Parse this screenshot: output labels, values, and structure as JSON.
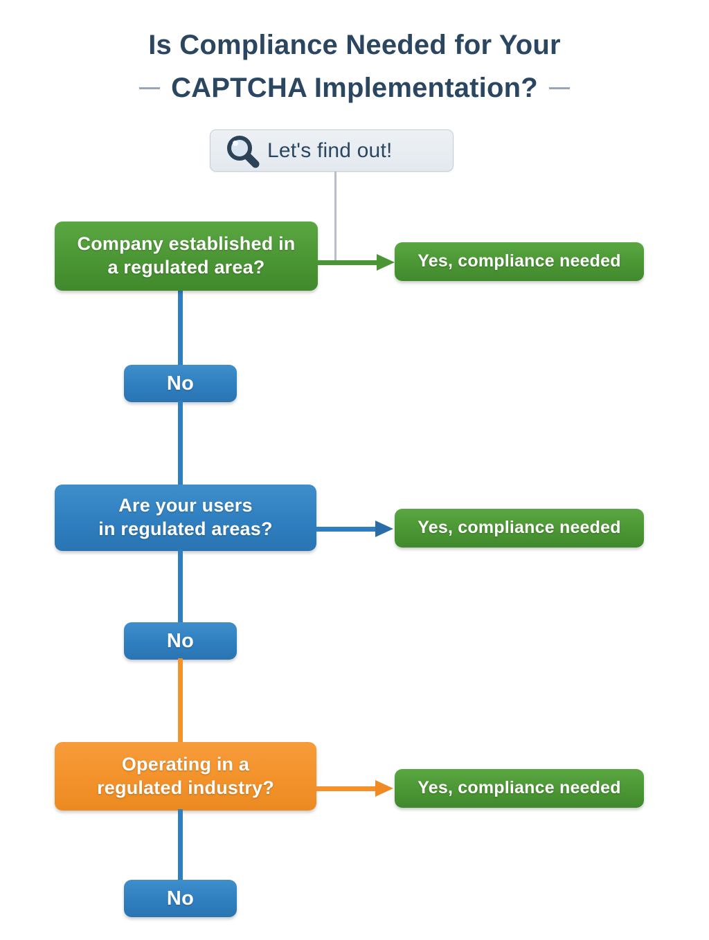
{
  "title": {
    "line1": "Is Compliance Needed for Your",
    "line2": "CAPTCHA Implementation?"
  },
  "badge": {
    "label": "Let's find out!",
    "icon": "magnifier-icon"
  },
  "colors": {
    "title": "#2a4660",
    "green": "#4b9634",
    "blue": "#2f7fc0",
    "orange": "#f3922a",
    "badge_bg": "#e8edf2",
    "thin_connector": "#b3bfcb"
  },
  "flow": {
    "steps": [
      {
        "question": "Company established in\na regulated area?",
        "color": "green",
        "yes_label": "Yes, compliance needed",
        "no_label": "No"
      },
      {
        "question": "Are your users\nin regulated areas?",
        "color": "blue",
        "yes_label": "Yes, compliance needed",
        "no_label": "No"
      },
      {
        "question": "Operating in a\nregulated industry?",
        "color": "orange",
        "yes_label": "Yes, compliance needed",
        "no_label": "No"
      }
    ]
  }
}
